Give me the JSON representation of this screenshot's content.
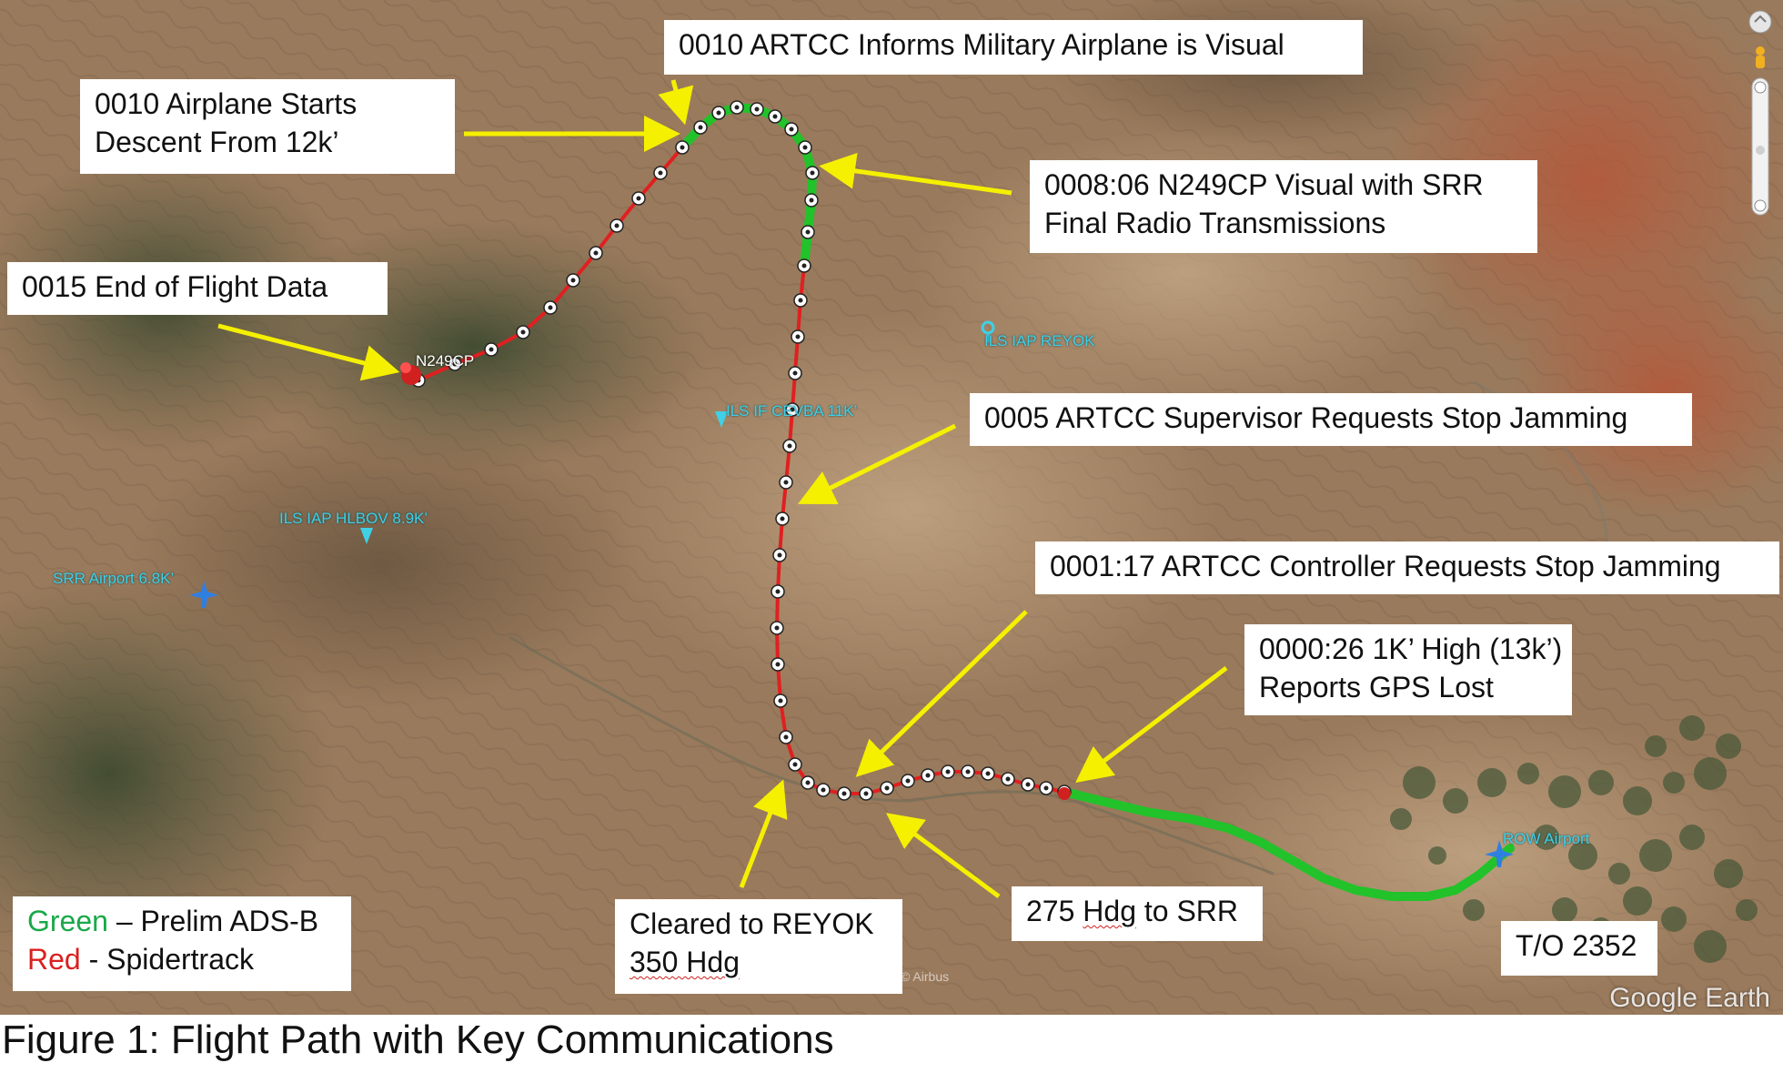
{
  "map": {
    "terrain": "satellite",
    "colors": {
      "ground_light": "#b0916f",
      "ground_mid": "#9a7a5c",
      "ground_dark": "#6e5a43",
      "forest": "#4d5a3c",
      "red_rock": "#b4583a",
      "track_red": "#e02020",
      "track_green": "#22c22a",
      "callout_arrow": "#f5f000",
      "marker_ring": "#ffffff"
    }
  },
  "callouts": {
    "descent": {
      "line1": "0010 Airplane Starts",
      "line2": "Descent From 12k’"
    },
    "visual_military": {
      "line1": "0010 ARTCC Informs Military Airplane is Visual"
    },
    "n249cp_visual": {
      "line1": "0008:06 N249CP Visual with SRR",
      "line2": "Final Radio Transmissions"
    },
    "end_of_data": {
      "line1": "0015 End of Flight Data"
    },
    "supervisor_stop": {
      "line1": "0005 ARTCC Supervisor Requests Stop Jamming"
    },
    "controller_stop": {
      "line1": "0001:17 ARTCC Controller Requests Stop Jamming"
    },
    "gps_lost": {
      "line1": "0000:26 1K’ High (13k’)",
      "line2": "Reports GPS Lost"
    },
    "cleared_reyok": {
      "line1": "Cleared to REYOK",
      "line2_underlined": "350 Hdg"
    },
    "hdg_275": {
      "prefix": "275 ",
      "underlined": "Hdg",
      "suffix": " to SRR"
    },
    "takeoff": {
      "line1": "T/O 2352"
    }
  },
  "legend": {
    "green_word": "Green",
    "green_rest": " – Prelim ADS-B",
    "red_word": "Red",
    "red_rest": " - Spidertrack"
  },
  "waypoints": {
    "ils_iap_reyok": "ILS IAP REYOK",
    "ils_if_cevba": "ILS IF CEVBA 11K’",
    "ils_iap_hlbov": "ILS IAP HLBOV 8.9K’",
    "srr_airport": "SRR Airport  6.8K’",
    "row_airport": "ROW Airport",
    "aircraft": "N249CP"
  },
  "caption": "Figure 1: Flight Path with Key Communications",
  "watermark": "Google Earth",
  "imagery_credit": "© Airbus"
}
